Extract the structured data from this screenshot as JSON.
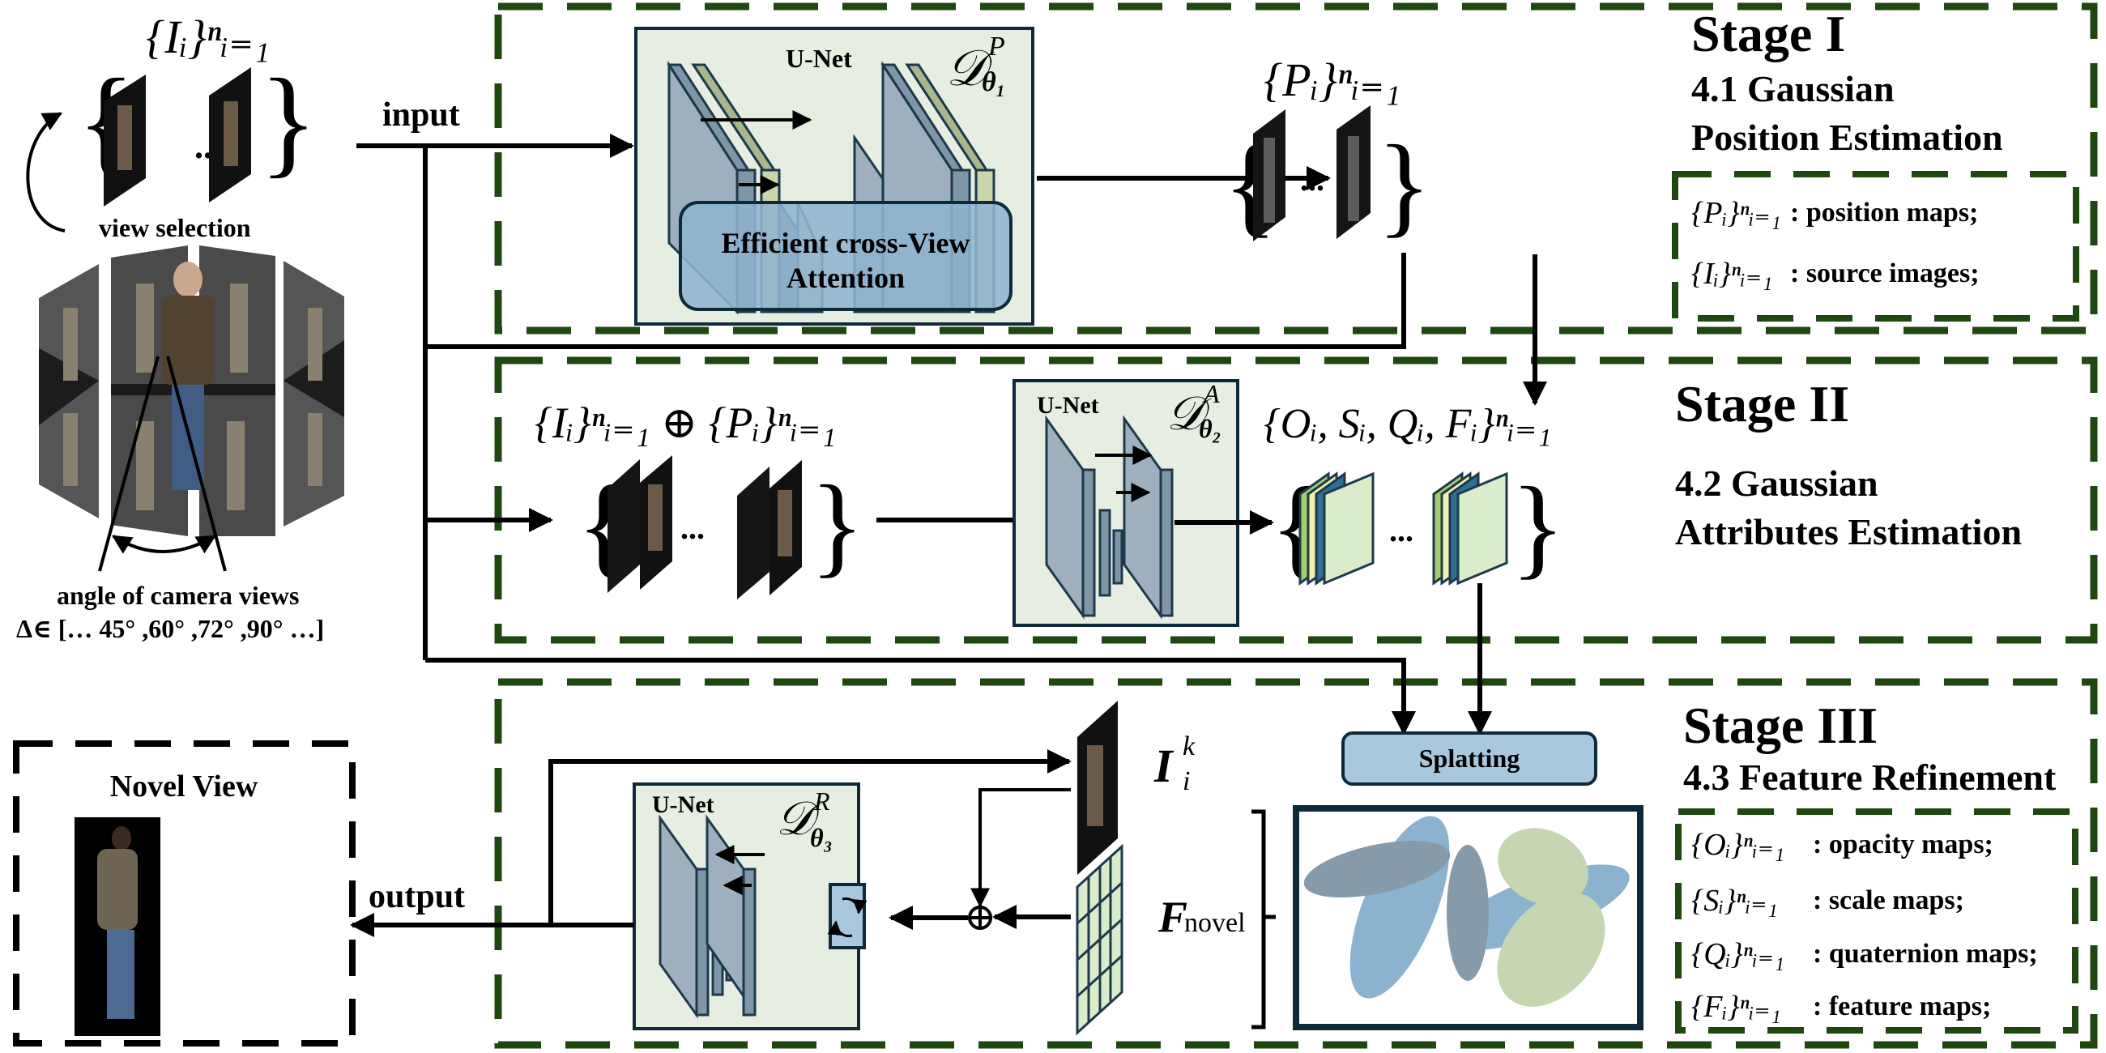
{
  "colors": {
    "stage_border": "#1f4710",
    "unet_fill": "#e6eee2",
    "attention_fill": "#8fb4cf",
    "splatting_fill": "#a9c8dd",
    "ellipse_blue": "#8bb3d0",
    "ellipse_slate": "#869ba9",
    "ellipse_green": "#c6d6b0"
  },
  "left": {
    "source_set_label": "{Iᵢ}ⁿᵢ₌₁",
    "ellipsis": "...",
    "view_selection": "view selection",
    "input_label": "input",
    "angle_caption": "angle of camera views",
    "angle_values": "Δ∈ [… 45°  ,60°  ,72°  ,90°    …]"
  },
  "stage1": {
    "title": "Stage I",
    "subtitle_line1": "4.1 Gaussian",
    "subtitle_line2": "Position Estimation",
    "unet_label": "U-Net",
    "network_symbol": "𝒟",
    "network_sup": "P",
    "network_sub": "θ₁",
    "attention_line1": "Efficient cross-View",
    "attention_line2": "Attention",
    "output_set_label": "{Pᵢ}ⁿᵢ₌₁",
    "ellipsis": "...",
    "legend": [
      {
        "symbol": "{Pᵢ}ⁿᵢ₌₁",
        "desc": ": position maps;"
      },
      {
        "symbol": "{Iᵢ}ⁿᵢ₌₁",
        "desc": ": source images;"
      }
    ]
  },
  "stage2": {
    "title": "Stage II",
    "subtitle_line1": "4.2 Gaussian",
    "subtitle_line2": "Attributes Estimation",
    "input_label": "{Iᵢ}ⁿᵢ₌₁ ⊕ {Pᵢ}ⁿᵢ₌₁",
    "unet_label": "U-Net",
    "network_symbol": "𝒟",
    "network_sup": "A",
    "network_sub": "θ₂",
    "output_label": "{Oᵢ, Sᵢ, Qᵢ, Fᵢ}ⁿᵢ₌₁",
    "ellipsis": "..."
  },
  "stage3": {
    "title": "Stage III",
    "subtitle": "4.3 Feature Refinement",
    "unet_label": "U-Net",
    "network_symbol": "𝒟",
    "network_sup": "R",
    "network_sub": "θ₃",
    "splatting_label": "Splatting",
    "rendered_image_label": "I",
    "rendered_image_sup": "k",
    "rendered_image_sub": "i",
    "feature_label": "F",
    "feature_sub": "novel",
    "combine_symbol": "⊕",
    "output_label": "output",
    "legend": [
      {
        "symbol": "{Oᵢ}ⁿᵢ₌₁",
        "desc": ": opacity maps;"
      },
      {
        "symbol": "{Sᵢ}ⁿᵢ₌₁",
        "desc": ": scale maps;"
      },
      {
        "symbol": "{Qᵢ}ⁿᵢ₌₁",
        "desc": ": quaternion maps;"
      },
      {
        "symbol": "{Fᵢ}ⁿᵢ₌₁",
        "desc": ": feature maps;"
      }
    ]
  },
  "novel_view": {
    "title": "Novel View"
  }
}
